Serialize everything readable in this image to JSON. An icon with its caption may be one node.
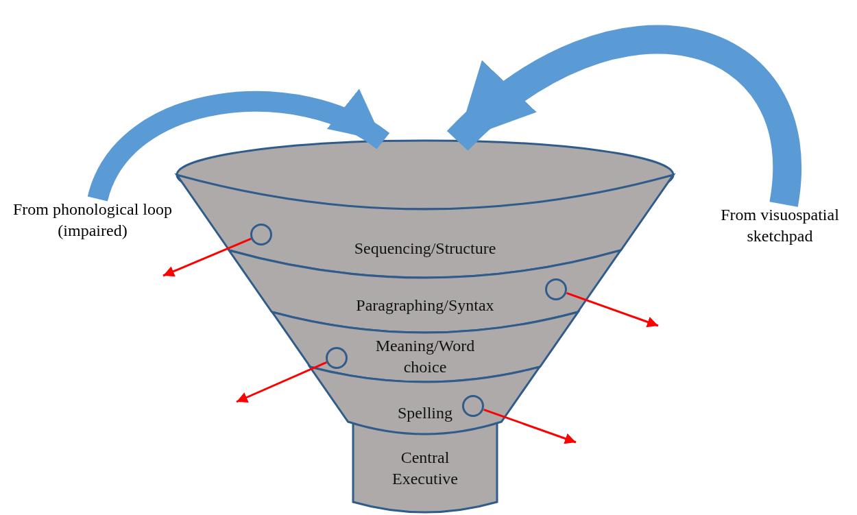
{
  "diagram": {
    "nodes": [
      {
        "text": [
          "From phonological loop (impaired)"
        ]
      },
      {
        "text": [
          "From visuospatial sketchpad"
        ]
      },
      {
        "text": [],
        "shape": "ellipse"
      },
      {
        "text": [
          "Sequencing/Structure"
        ]
      },
      {
        "text": [
          "Paragraphing/Syntax"
        ]
      },
      {
        "text": [
          "Meaning/Word choice"
        ]
      },
      {
        "text": [
          "Spelling"
        ]
      },
      {
        "text": [
          "Central Executive"
        ]
      },
      {
        "text": [],
        "shape": "circle",
        "in": 3
      },
      {
        "text": [],
        "shape": "circle",
        "in": 4
      },
      {
        "text": [],
        "shape": "circle",
        "in": 5
      },
      {
        "text": [],
        "shape": "circle",
        "in": 6
      }
    ],
    "edges": [
      {
        "from": 0,
        "to": 2,
        "arrow": "to",
        "style": "thick",
        "color": "#5b9bd5"
      },
      {
        "from": 1,
        "to": 2,
        "arrow": "to",
        "style": "thick",
        "color": "#5b9bd5"
      },
      {
        "from": 8,
        "to": null,
        "arrow": "to",
        "color": "#ff0000"
      },
      {
        "from": 9,
        "to": null,
        "arrow": "to",
        "color": "#ff0000"
      },
      {
        "from": 10,
        "to": null,
        "arrow": "to",
        "color": "#ff0000"
      },
      {
        "from": 11,
        "to": null,
        "arrow": "to",
        "color": "#ff0000"
      }
    ]
  }
}
